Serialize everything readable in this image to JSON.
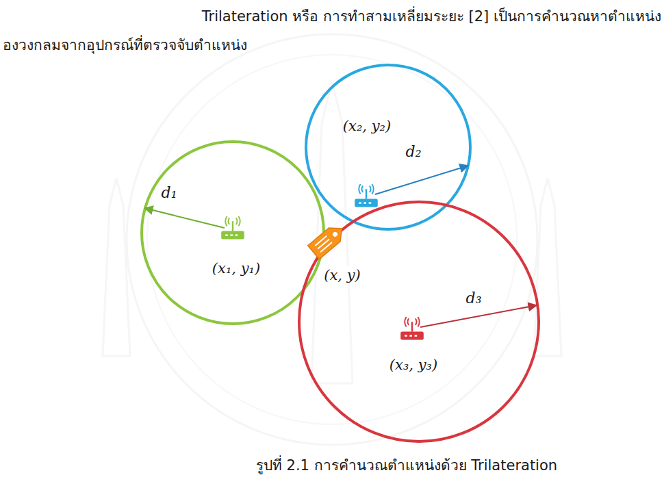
{
  "diagram": {
    "caption": "รูปที่ 2.1 การคำนวณตำแหน่งด้วย Trilateration",
    "labels": [
      "Trilateration หรือ การทำสามเหลี่ยมระยะ [2] เป็นการคำนวณหาตำแหน่ง",
      "องวงกลมจากอุปกรณ์ที่ตรวจจับตำแหน่ง",
      "d₁",
      "(x₁, y₁)",
      "(x₂, y₂)",
      "d₂",
      "(x, y)",
      "d₃",
      "(x₃, y₃)"
    ]
  }
}
